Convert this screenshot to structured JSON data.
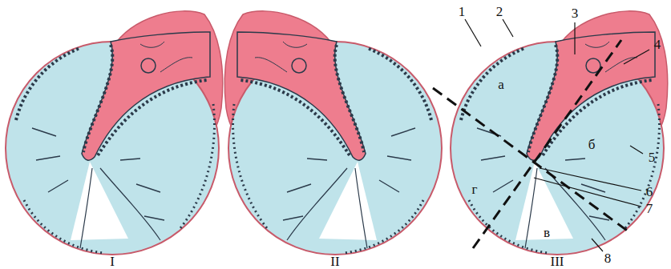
{
  "diagram": {
    "labels": [
      "I",
      "II",
      "III",
      "1",
      "2",
      "3",
      "4",
      "5",
      "6",
      "7",
      "8",
      "а",
      "б",
      "в",
      "г"
    ]
  }
}
